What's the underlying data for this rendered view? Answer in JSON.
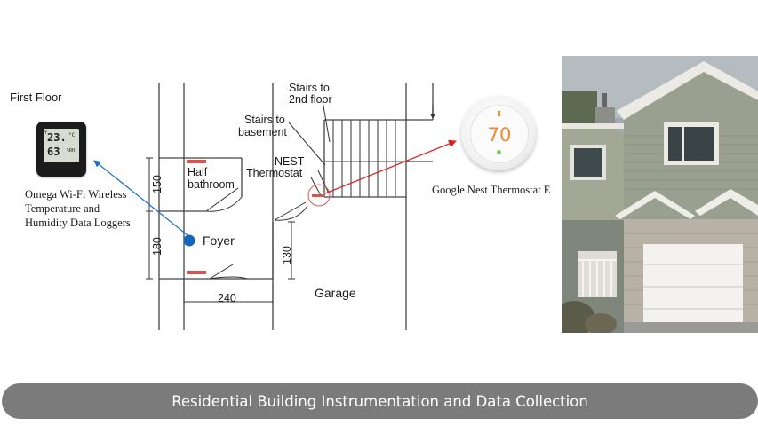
{
  "labels": {
    "first_floor": "First Floor",
    "stairs_2nd_line1": "Stairs to",
    "stairs_2nd_line2": "2nd floor",
    "stairs_basement_line1": "Stairs to",
    "stairs_basement_line2": "basement",
    "nest_line1": "NEST",
    "nest_line2": "Thermostat",
    "half_bath_line1": "Half",
    "half_bath_line2": "bathroom",
    "foyer": "Foyer",
    "garage": "Garage",
    "dim_150": "150",
    "dim_180": "180",
    "dim_130": "130",
    "dim_240": "240"
  },
  "logger": {
    "caption_line1": "Omega Wi-Fi Wireless",
    "caption_line2": "Temperature and",
    "caption_line3": "Humidity Data Loggers",
    "temp": "23.",
    "temp_unit": "°C",
    "humidity": "63",
    "humidity_unit": "%RH",
    "flag": "Y"
  },
  "thermostat": {
    "caption": "Google Nest Thermostat E",
    "display_temp": "70"
  },
  "footer": {
    "title": "Residential Building Instrumentation and Data Collection"
  },
  "colors": {
    "logger_arrow": "#1f6fc5",
    "nest_arrow": "#e02020",
    "foyer_dot": "#1565c0",
    "vent": "#d9534f",
    "nest_ring": "#e25555"
  }
}
